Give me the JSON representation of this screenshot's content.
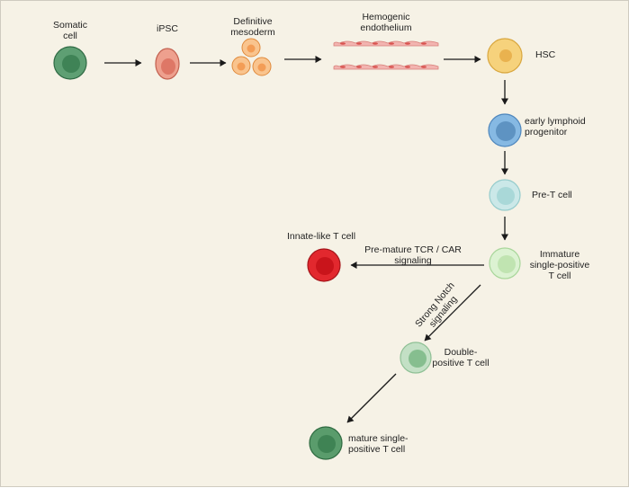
{
  "labels": {
    "somatic": "Somatic\ncell",
    "ipsc": "iPSC",
    "mesoderm": "Definitive\nmesoderm",
    "hemogenic": "Hemogenic\nendothelium",
    "hsc": "HSC",
    "elp": "early lymphoid\nprogenitor",
    "pret": "Pre-T cell",
    "immature": "Immature\nsingle-positive\nT cell",
    "innate": "Innate-like T cell",
    "tcr_signal": "Pre-mature TCR / CAR\nsignaling",
    "notch_signal": "Strong Notch\nsignaling",
    "dp": "Double-\npositive T cell",
    "mature": "mature single-\npositive T cell"
  },
  "colors": {
    "background": "#f6f2e6",
    "somatic": "#5e9f73",
    "ipsc": "#e8907c",
    "mesoderm": "#f7b77b",
    "endothelium": "#f2b4b0",
    "hsc": "#f4cc6a",
    "elp": "#7aaedb",
    "pret": "#bfe2e2",
    "immature": "#cfecc4",
    "innate": "#e2282e",
    "dp": "#a7d2ad",
    "mature": "#4f9364"
  }
}
